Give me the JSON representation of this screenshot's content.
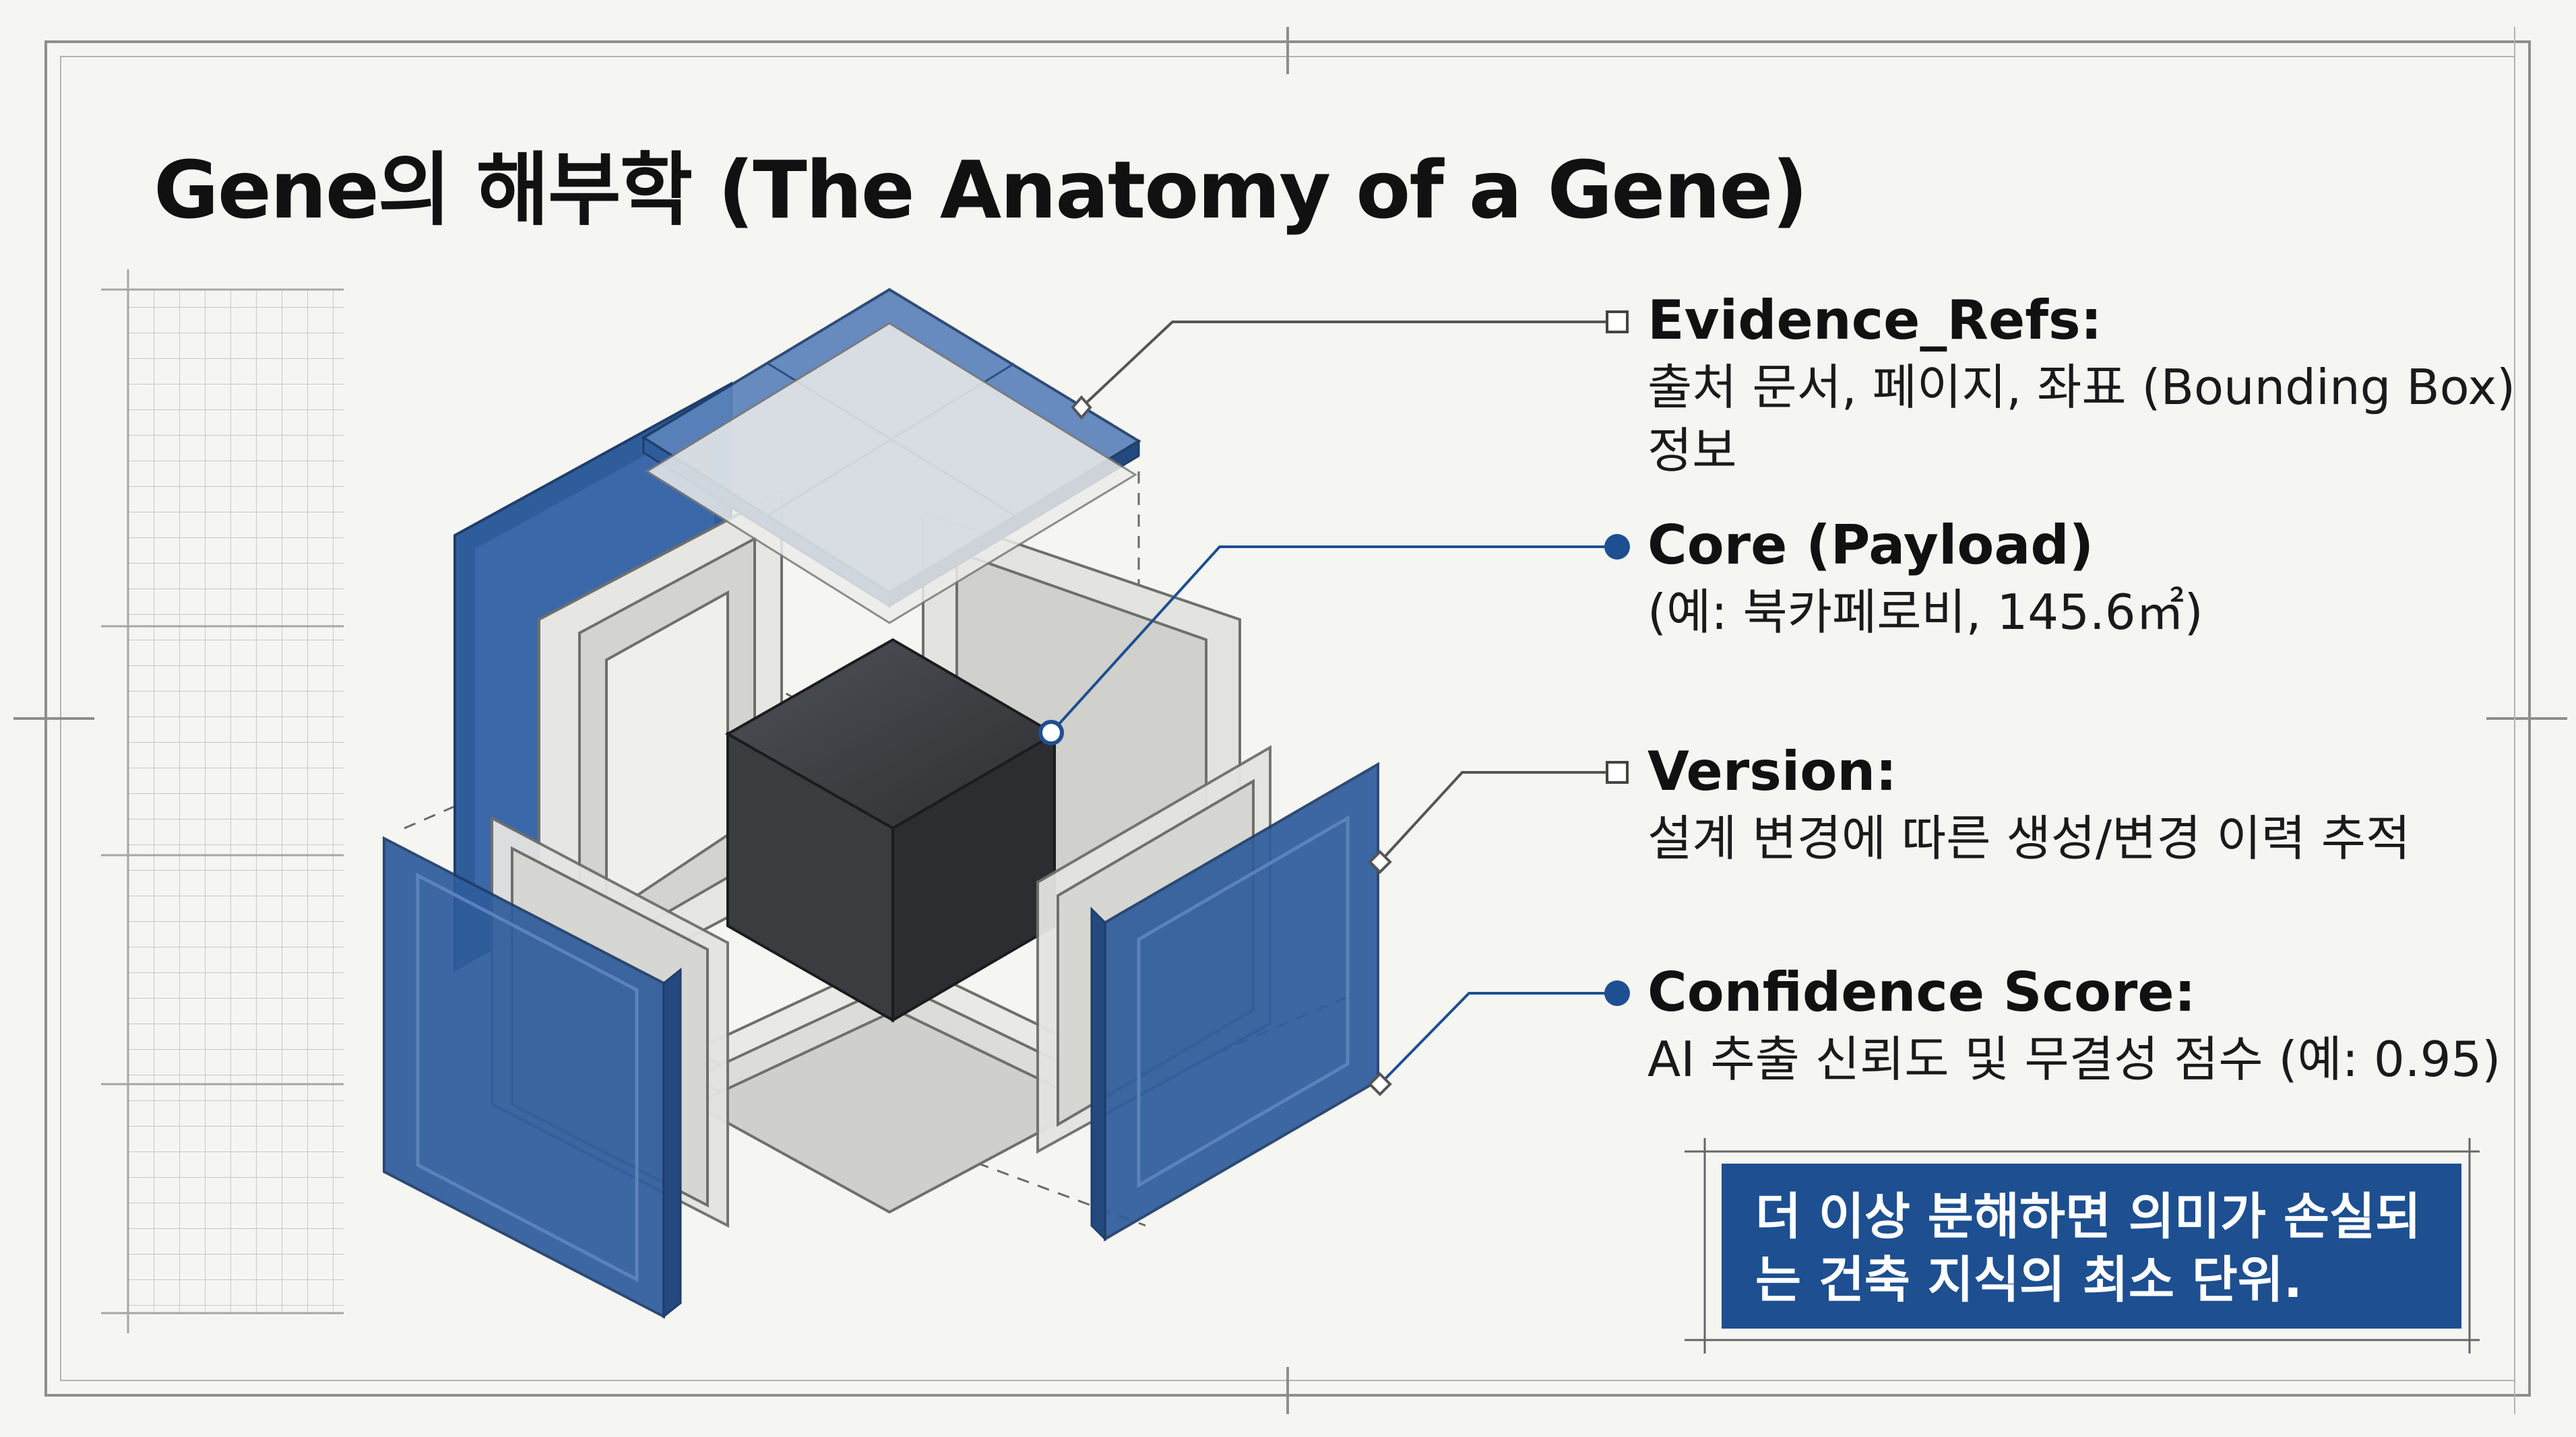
{
  "title": "Gene의 해부학 (The Anatomy of a Gene)",
  "annotations": [
    {
      "key": "evidence",
      "title": "Evidence_Refs:",
      "desc": "출처 문서, 페이지, 좌표 (Bounding Box) 정보",
      "marker": "hollow-square"
    },
    {
      "key": "core",
      "title": "Core (Payload)",
      "desc": "(예: 북카페로비, 145.6㎡)",
      "marker": "filled-dot"
    },
    {
      "key": "version",
      "title": "Version:",
      "desc": "설계 변경에 따른 생성/변경 이력 추적",
      "marker": "hollow-square"
    },
    {
      "key": "confidence",
      "title": "Confidence Score:",
      "desc": "AI 추출 신뢰도 및 무결성 점수 (예: 0.95)",
      "marker": "filled-dot"
    }
  ],
  "callout": {
    "text": "더 이상 분해하면 의미가 손실되는 건축 지식의 최소 단위."
  },
  "colors": {
    "background": "#f5f5f2",
    "panel_blue": "#2f5d9c",
    "panel_blue_light": "#5b82bb",
    "core_dark": "#3a3c40",
    "leader_line": "#1d4f91",
    "callout_bg": "#1d4f91",
    "text": "#111111"
  }
}
